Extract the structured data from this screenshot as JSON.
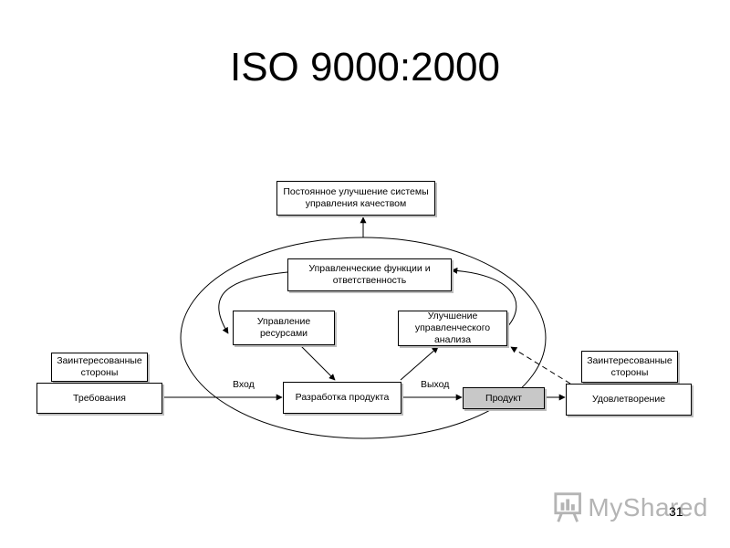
{
  "title": "ISO 9000:2000",
  "boxes": {
    "improvement": "Постоянное улучшение системы управления качеством",
    "management": "Управленческие функции и ответственность",
    "resources": "Управление ресурсами",
    "analysis": "Улучшение управленческого анализа",
    "development": "Разработка продукта",
    "product": "Продукт",
    "stakeholders_left": "Заинтересованные стороны",
    "requirements": "Требования",
    "stakeholders_right": "Заинтересованные стороны",
    "satisfaction": "Удовлетворение"
  },
  "labels": {
    "input": "Вход",
    "output": "Выход"
  },
  "watermark": "MyShared",
  "slide_number": "31"
}
